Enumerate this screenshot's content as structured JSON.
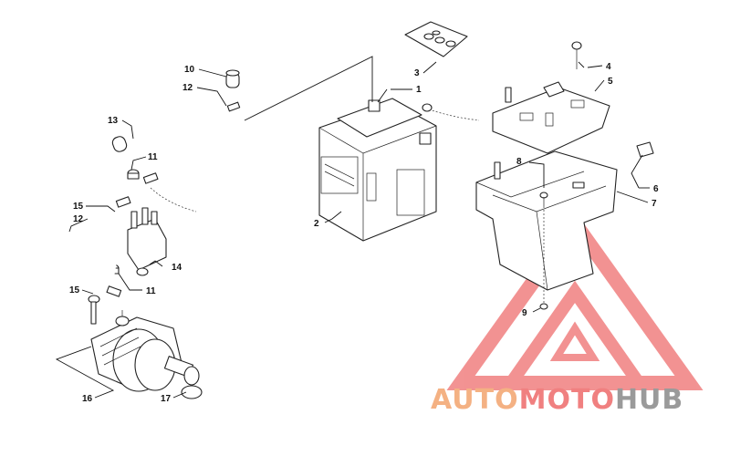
{
  "callouts": [
    {
      "id": "1",
      "text": "1"
    },
    {
      "id": "2",
      "text": "2"
    },
    {
      "id": "3",
      "text": "3"
    },
    {
      "id": "4",
      "text": "4"
    },
    {
      "id": "5",
      "text": "5"
    },
    {
      "id": "6",
      "text": "6"
    },
    {
      "id": "7",
      "text": "7"
    },
    {
      "id": "8",
      "text": "8"
    },
    {
      "id": "9",
      "text": "9"
    },
    {
      "id": "10",
      "text": "10"
    },
    {
      "id": "11a",
      "text": "11"
    },
    {
      "id": "11b",
      "text": "11"
    },
    {
      "id": "12a",
      "text": "12"
    },
    {
      "id": "12b",
      "text": "12"
    },
    {
      "id": "13",
      "text": "13"
    },
    {
      "id": "14",
      "text": "14"
    },
    {
      "id": "15a",
      "text": "15"
    },
    {
      "id": "15b",
      "text": "15"
    },
    {
      "id": "16",
      "text": "16"
    },
    {
      "id": "17",
      "text": "17"
    }
  ],
  "watermark": {
    "part1": "AUTO",
    "part2": "MOTO",
    "part3": "HUB",
    "color_orange": "#f4b183",
    "color_red": "#f08080",
    "color_gray": "#9a9a9a"
  }
}
